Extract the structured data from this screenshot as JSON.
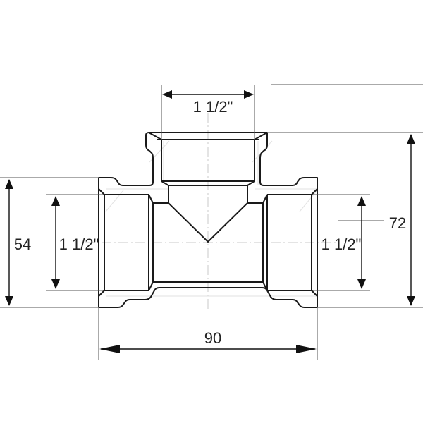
{
  "drawing": {
    "title": "Tee fitting technical drawing",
    "line_color": "#1a1a1a",
    "background": "#ffffff"
  },
  "dimensions": {
    "top_thread": {
      "label": "1 1/2\"",
      "orientation": "horizontal"
    },
    "left_thread": {
      "label": "1 1/2\"",
      "orientation": "vertical"
    },
    "right_thread": {
      "label": "1 1/2\"",
      "orientation": "vertical"
    },
    "left_height": {
      "label": "54",
      "orientation": "vertical"
    },
    "total_height": {
      "label": "72",
      "orientation": "vertical"
    },
    "total_width": {
      "label": "90",
      "orientation": "horizontal"
    }
  }
}
